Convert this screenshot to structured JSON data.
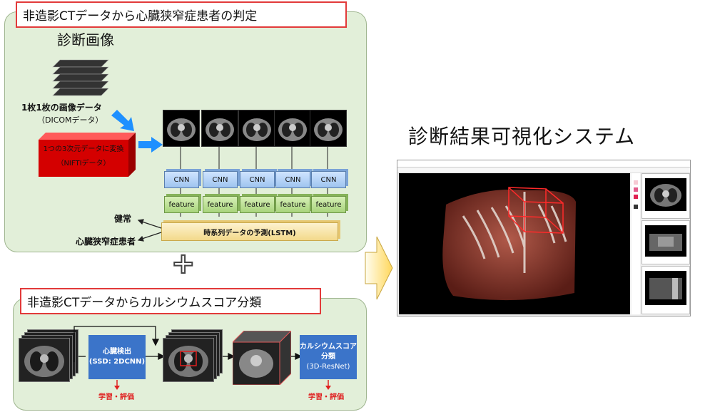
{
  "top_section": {
    "title": "非造影CTデータから心臓狭窄症患者の判定",
    "images_label": "診断画像",
    "slices_label": "1枚1枚の画像データ",
    "dicom_label": "（DICOMデータ）",
    "convert_line1": "1つの3次元データに変換",
    "convert_line2": "（NIFTIデータ）",
    "cnn_labels": [
      "CNN",
      "CNN",
      "CNN",
      "CNN",
      "CNN"
    ],
    "feature_labels": [
      "feature",
      "feature",
      "feature",
      "feature",
      "feature"
    ],
    "lstm_label": "時系列データの予測(LSTM)",
    "output_healthy": "健常",
    "output_patient": "心臓狭窄症患者"
  },
  "bottom_section": {
    "title": "非造影CTデータからカルシウムスコア分類",
    "detect_line1": "心臓検出",
    "detect_line2": "(SSD: 2DCNN)",
    "classify_line1": "カルシウムスコア",
    "classify_line2": "分類",
    "classify_line3": "(3D-ResNet)",
    "train_eval_1": "学習・評価",
    "train_eval_2": "学習・評価"
  },
  "plus_sign": "+",
  "right_section": {
    "title": "診断結果可視化システム"
  },
  "colors": {
    "panel_bg": "#e2efd9",
    "title_border": "#e23a3a",
    "convert_box": "#d40000",
    "arrow_blue": "#1e90ff",
    "detect_box": "#3b74c9",
    "lstm_box": "#fbe7b0"
  }
}
